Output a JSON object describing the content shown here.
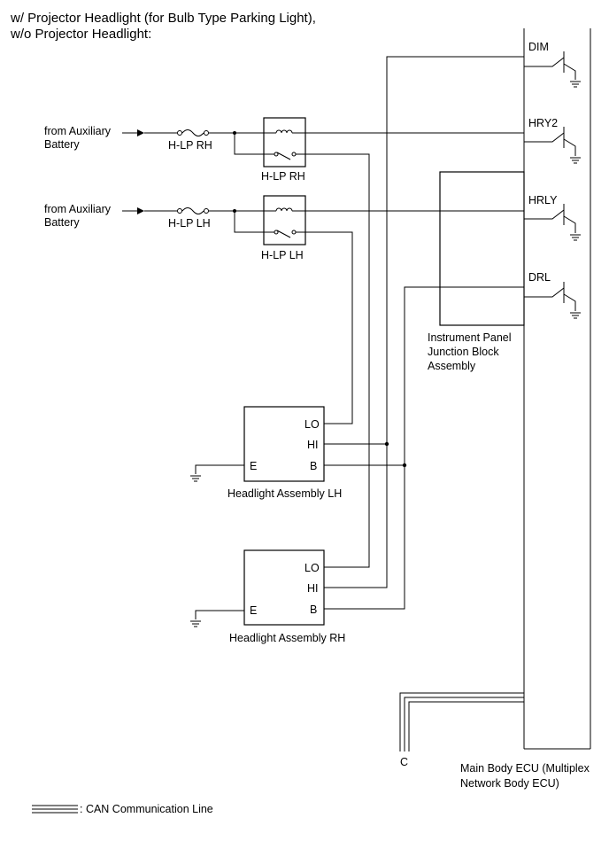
{
  "title": {
    "line1": "w/ Projector Headlight (for Bulb Type Parking Light),",
    "line2": "w/o Projector Headlight:"
  },
  "sources": {
    "rh": {
      "line1": "from Auxiliary",
      "line2": "Battery"
    },
    "lh": {
      "line1": "from Auxiliary",
      "line2": "Battery"
    }
  },
  "fuses": {
    "rh": "H-LP RH",
    "lh": "H-LP LH"
  },
  "relays": {
    "rh": "H-LP RH",
    "lh": "H-LP LH"
  },
  "ecu": {
    "signals": {
      "dim": "DIM",
      "hry2": "HRY2",
      "hrly": "HRLY",
      "drl": "DRL"
    },
    "name_line1": "Main Body ECU (Multiplex",
    "name_line2": "Network Body ECU)"
  },
  "junction_block": {
    "line1": "Instrument Panel",
    "line2": "Junction Block",
    "line3": "Assembly"
  },
  "headlight_lh": {
    "name": "Headlight Assembly LH",
    "pins": {
      "lo": "LO",
      "hi": "HI",
      "b": "B",
      "e": "E"
    }
  },
  "headlight_rh": {
    "name": "Headlight Assembly RH",
    "pins": {
      "lo": "LO",
      "hi": "HI",
      "b": "B",
      "e": "E"
    }
  },
  "connector_c": "C",
  "legend": {
    "can_line": ": CAN Communication Line"
  }
}
